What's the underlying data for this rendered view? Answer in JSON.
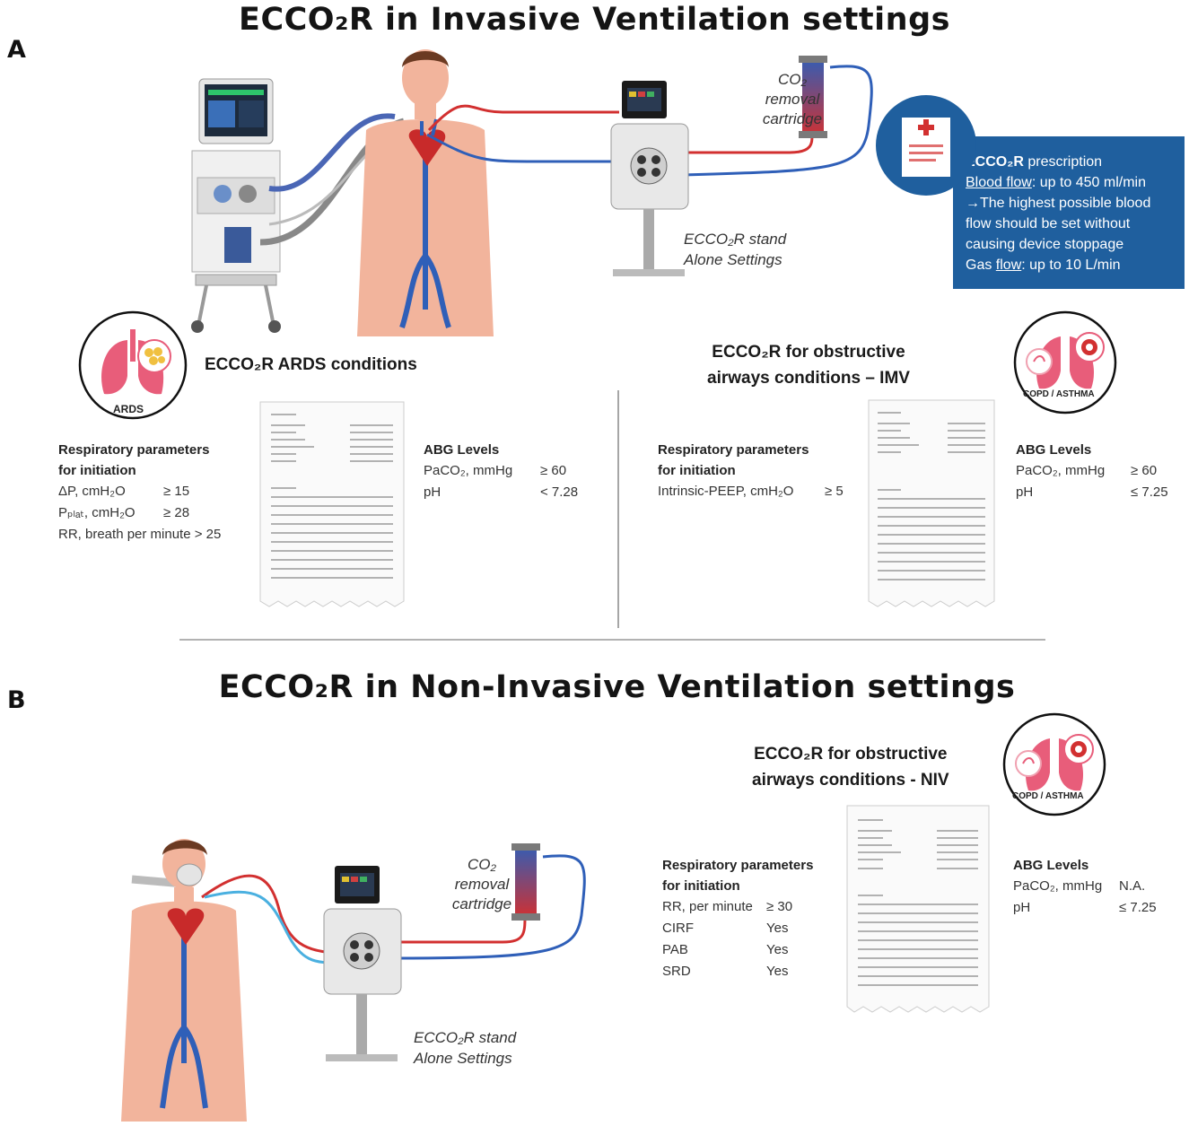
{
  "panelA": {
    "letter": "A",
    "title": "ECCO₂R in Invasive Ventilation settings",
    "cartridge_label": [
      "CO₂",
      "removal",
      "cartridge"
    ],
    "stand_label": [
      "ECCO₂R stand",
      "Alone Settings"
    ],
    "prescription": {
      "title_bold": "ECCO₂R",
      "title_rest": " prescription",
      "blood_flow_label": "Blood flow",
      "blood_flow_value": ": up to 450 ml/min",
      "note_lines": [
        "→The highest possible blood",
        "flow should be set without",
        "causing device stoppage"
      ],
      "gas_prefix": "Gas ",
      "gas_flow_label": "flow",
      "gas_flow_value": ": up to 10 L/min"
    },
    "ards": {
      "icon_label": "ARDS",
      "subtitle": "ECCO₂R ARDS conditions",
      "resp_header": [
        "Respiratory parameters",
        "for initiation"
      ],
      "resp_rows": [
        {
          "param": "ΔP, cmH₂O",
          "value": "≥ 15"
        },
        {
          "param": "Pₚₗₐₜ, cmH₂O",
          "value": "≥ 28"
        },
        {
          "param": "RR, breath per minute > 25",
          "value": ""
        }
      ],
      "abg_header": "ABG Levels",
      "abg_rows": [
        {
          "param": "PaCO₂, mmHg",
          "value": "≥ 60"
        },
        {
          "param": "pH",
          "value": "< 7.28"
        }
      ]
    },
    "obstructive": {
      "icon_label": "COPD / ASTHMA",
      "subtitle": [
        "ECCO₂R for obstructive",
        "airways conditions – IMV"
      ],
      "resp_header": [
        "Respiratory parameters",
        "for initiation"
      ],
      "resp_rows": [
        {
          "param": "Intrinsic-PEEP,  cmH₂O",
          "value": "≥ 5"
        }
      ],
      "abg_header": "ABG Levels",
      "abg_rows": [
        {
          "param": "PaCO₂, mmHg",
          "value": "≥ 60"
        },
        {
          "param": "pH",
          "value": "≤ 7.25"
        }
      ]
    }
  },
  "panelB": {
    "letter": "B",
    "title": "ECCO₂R in Non-Invasive Ventilation settings",
    "cartridge_label": [
      "CO₂",
      "removal",
      "cartridge"
    ],
    "stand_label": [
      "ECCO₂R stand",
      "Alone Settings"
    ],
    "obstructive": {
      "icon_label": "COPD / ASTHMA",
      "subtitle": [
        "ECCO₂R for obstructive",
        "airways conditions - NIV"
      ],
      "resp_header": [
        "Respiratory parameters",
        "for initiation"
      ],
      "resp_rows": [
        {
          "param": "RR, per minute",
          "value": "≥ 30"
        },
        {
          "param": "CIRF",
          "value": "Yes"
        },
        {
          "param": "PAB",
          "value": "Yes"
        },
        {
          "param": "SRD",
          "value": "Yes"
        }
      ],
      "abg_header": "ABG Levels",
      "abg_rows": [
        {
          "param": "PaCO₂, mmHg",
          "value": "N.A."
        },
        {
          "param": "pH",
          "value": "≤ 7.25"
        }
      ]
    }
  },
  "colors": {
    "prescription_bg": "#1f5f9e",
    "arterial_red": "#d23030",
    "venous_blue": "#2f5fb8",
    "skin": "#f2b49c",
    "lung_pink": "#e85d7a"
  }
}
